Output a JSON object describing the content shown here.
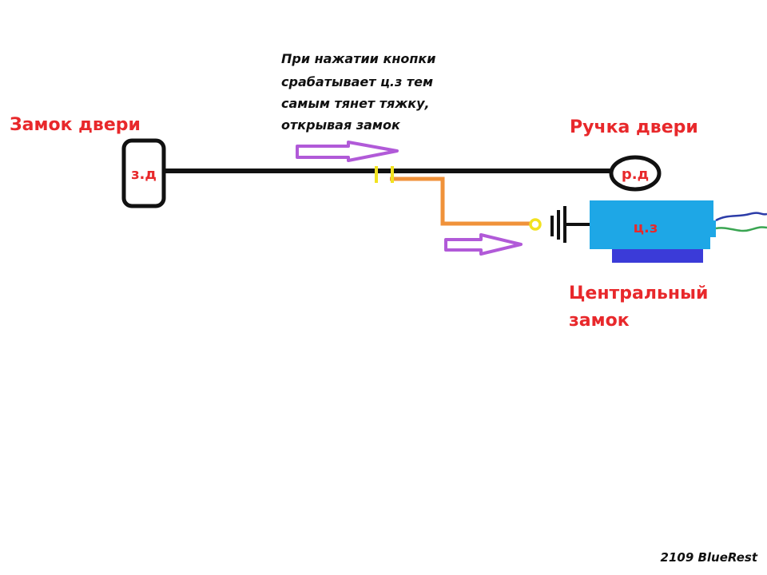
{
  "labels": {
    "door_lock": "Замок двери",
    "door_lock_short": "з.д",
    "door_handle": "Ручка двери",
    "door_handle_short": "р.д",
    "actuator_short": "ц.з",
    "central_lock_line1": "Центральный",
    "central_lock_line2": "замок"
  },
  "note": {
    "line1": "При нажатии кнопки",
    "line2": "срабатывает ц.з тем",
    "line3": "самым тянет тяжку,",
    "line4": "открывая замок"
  },
  "signature": "2109 BlueRest",
  "colors": {
    "label_red": "#e8282b",
    "rod": "#111111",
    "link_orange": "#f0923a",
    "clamp_yellow": "#f2e21f",
    "actuator_body": "#1ea7e6",
    "actuator_base": "#3b3bd8",
    "arrow_purple": "#b15ad8",
    "wire_blue": "#2c3ca8",
    "wire_green": "#3aa552"
  }
}
